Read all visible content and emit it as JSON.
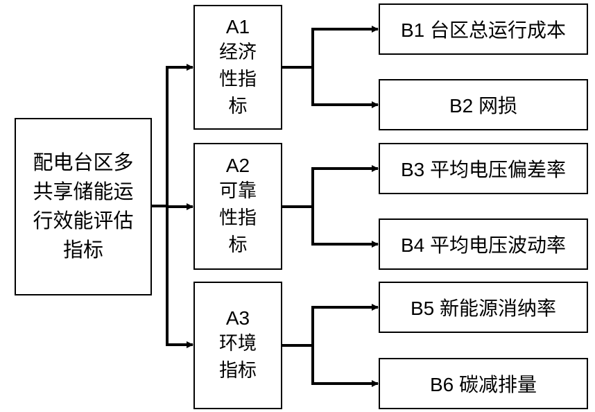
{
  "root": {
    "lines": [
      "配电台区多",
      "共享储能运",
      "行效能评估",
      "指标"
    ]
  },
  "categories": [
    {
      "code": "A1",
      "lines": [
        "经济",
        "性指",
        "标"
      ]
    },
    {
      "code": "A2",
      "lines": [
        "可靠",
        "性指",
        "标"
      ]
    },
    {
      "code": "A3",
      "lines": [
        "环境",
        "指标"
      ]
    }
  ],
  "indicators": [
    {
      "code": "B1",
      "label": "台区总运行成本"
    },
    {
      "code": "B2",
      "label": "网损"
    },
    {
      "code": "B3",
      "label": "平均电压偏差率"
    },
    {
      "code": "B4",
      "label": "平均电压波动率"
    },
    {
      "code": "B5",
      "label": "新能源消纳率"
    },
    {
      "code": "B6",
      "label": "碳减排量"
    }
  ]
}
